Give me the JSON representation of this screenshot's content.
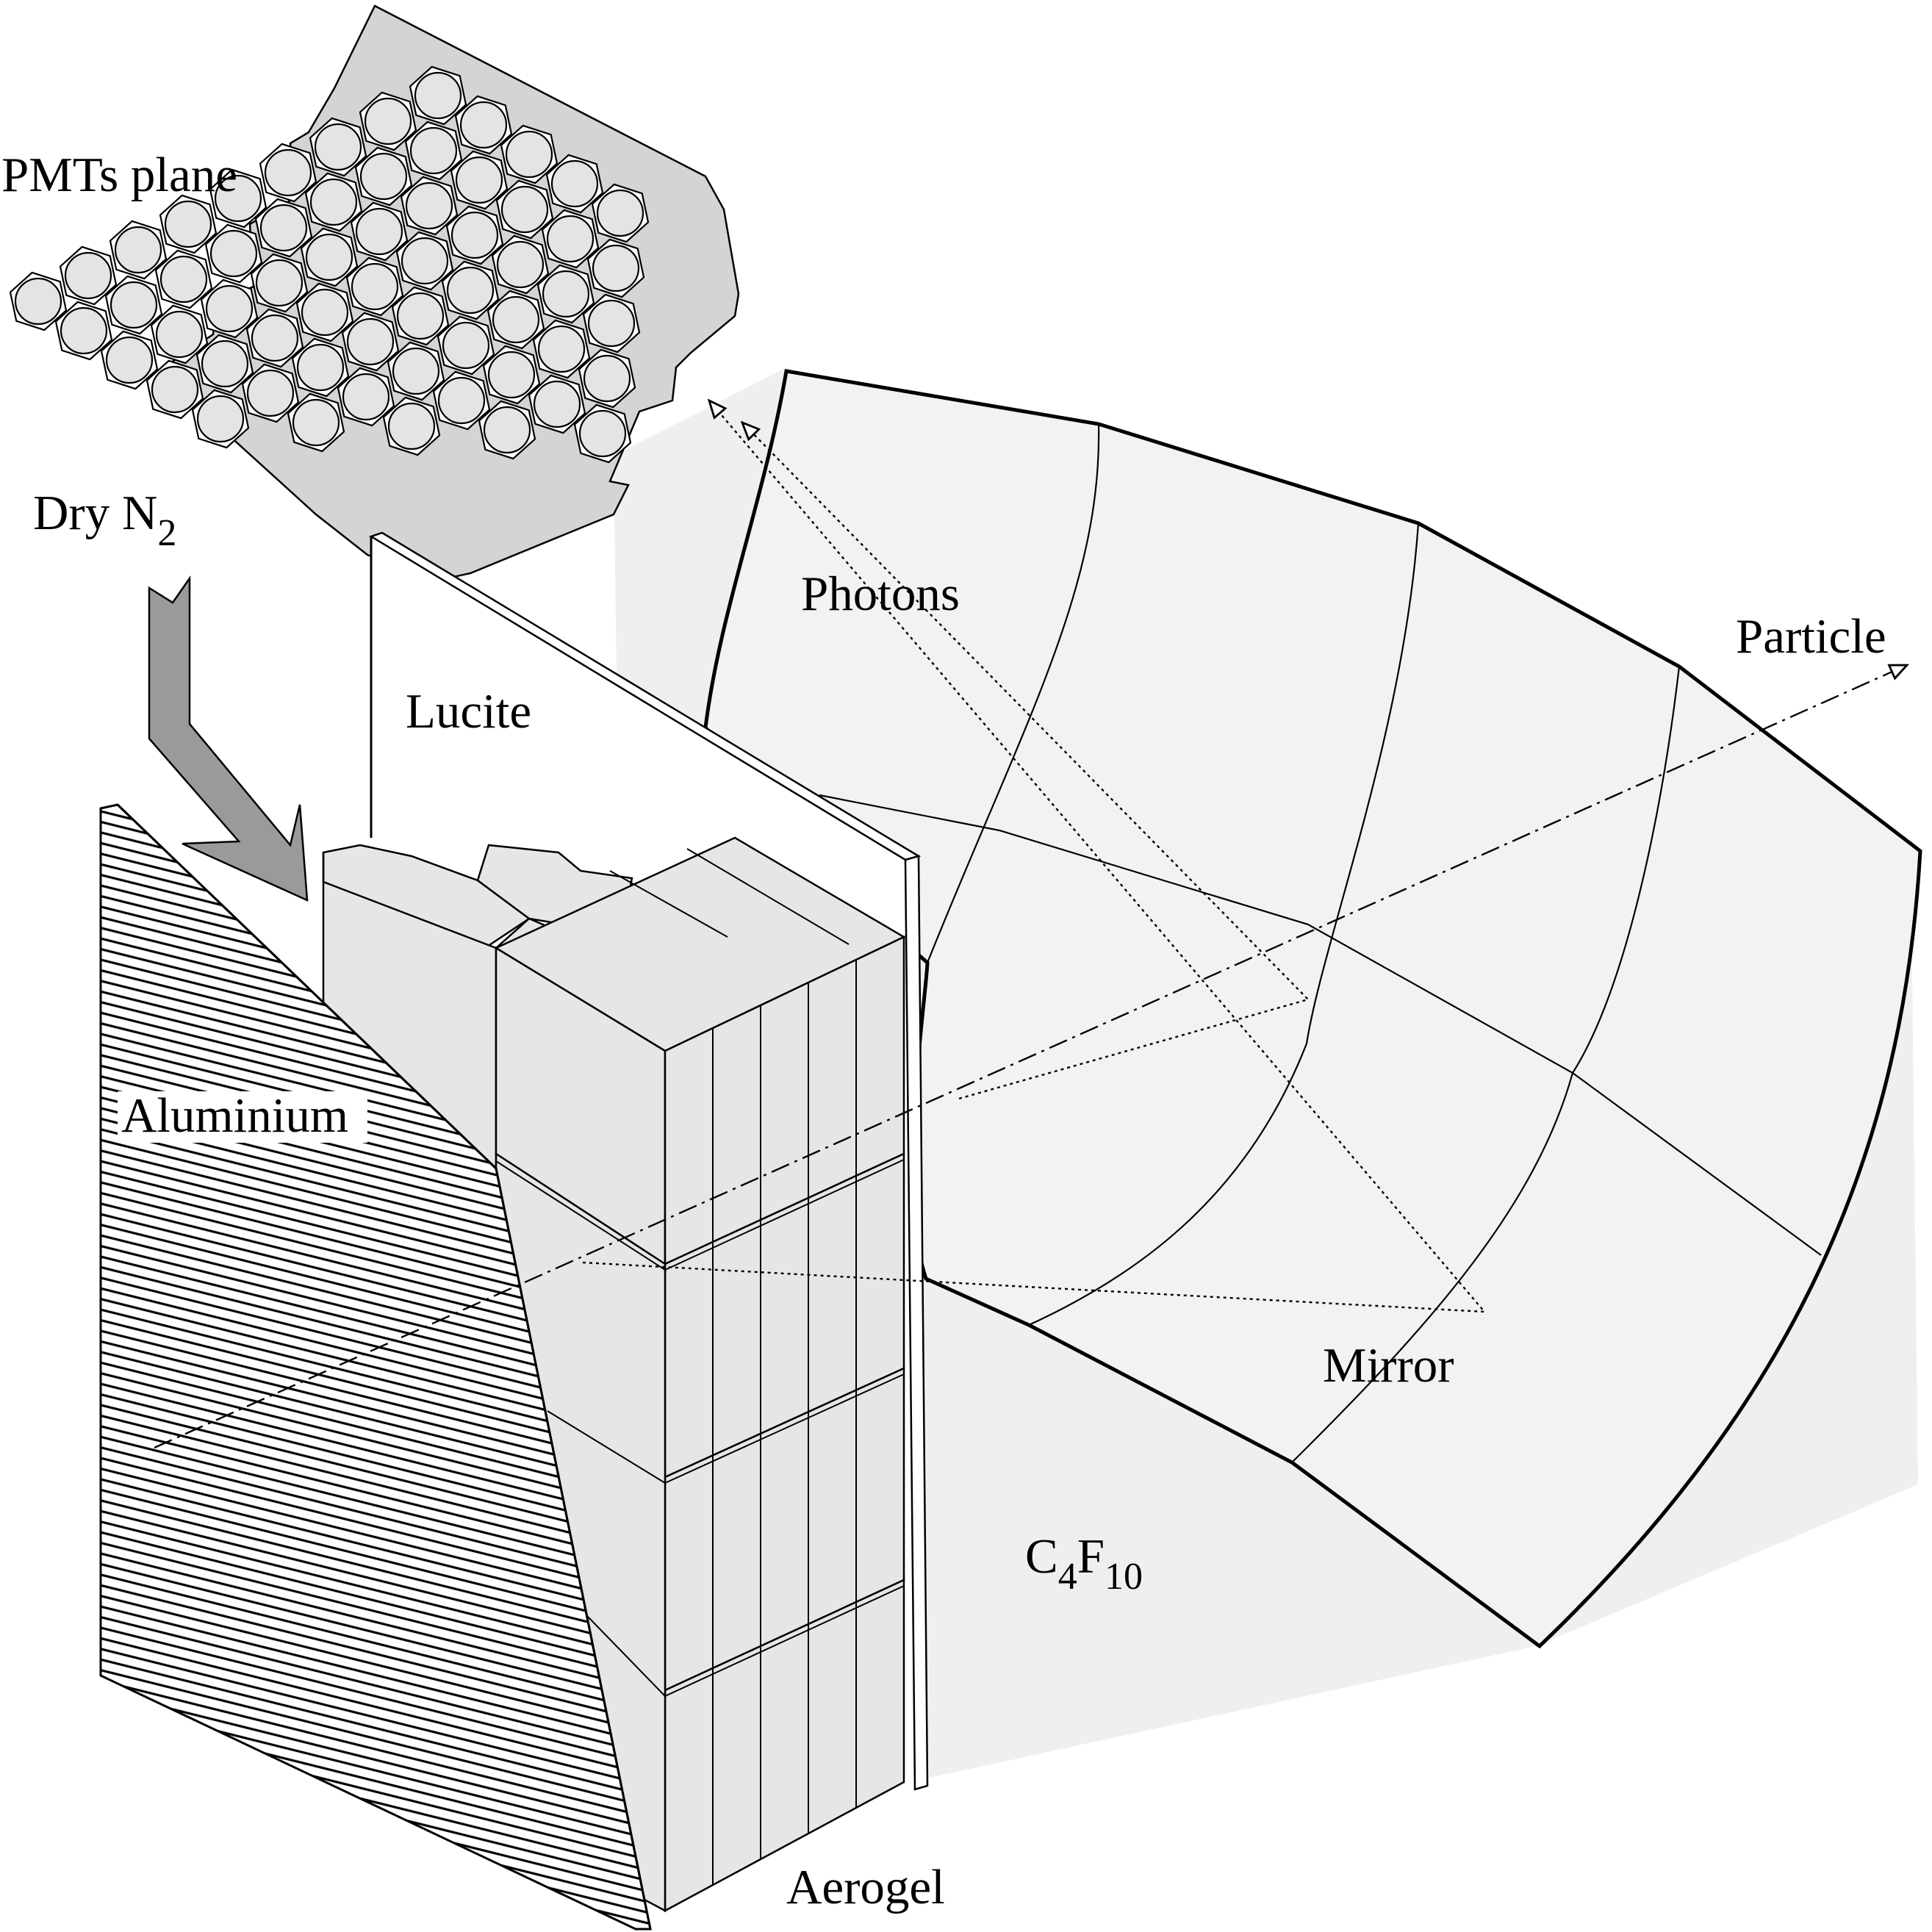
{
  "labels": {
    "pmts_plane": "PMTs plane",
    "dry_n2_prefix": "Dry N",
    "dry_n2_sub": "2",
    "photons": "Photons",
    "particle": "Particle",
    "lucite": "Lucite",
    "aluminium": "Aluminium",
    "mirror": "Mirror",
    "gas_c": "C",
    "gas_c_sub": "4",
    "gas_f": "F",
    "gas_f_sub": "10",
    "aerogel": "Aerogel"
  },
  "colors": {
    "pmt_plate": "#d4d4d4",
    "pmt_cell": "#ffffff",
    "pmt_tube": "#e4e4e4",
    "mirror_fill": "#f2f2f2",
    "gas_volume": "#efefef",
    "aerogel_block": "#e6e6e6",
    "arrow_fill": "#9a9a9a",
    "lucite_fill": "#ffffff",
    "stroke": "#000000"
  },
  "pmt": {
    "hex_grid_rows": [
      5,
      6,
      7,
      8,
      9,
      8,
      7,
      6,
      5
    ]
  },
  "aerogel": {
    "tile_rows": 4,
    "tile_columns": 5
  }
}
